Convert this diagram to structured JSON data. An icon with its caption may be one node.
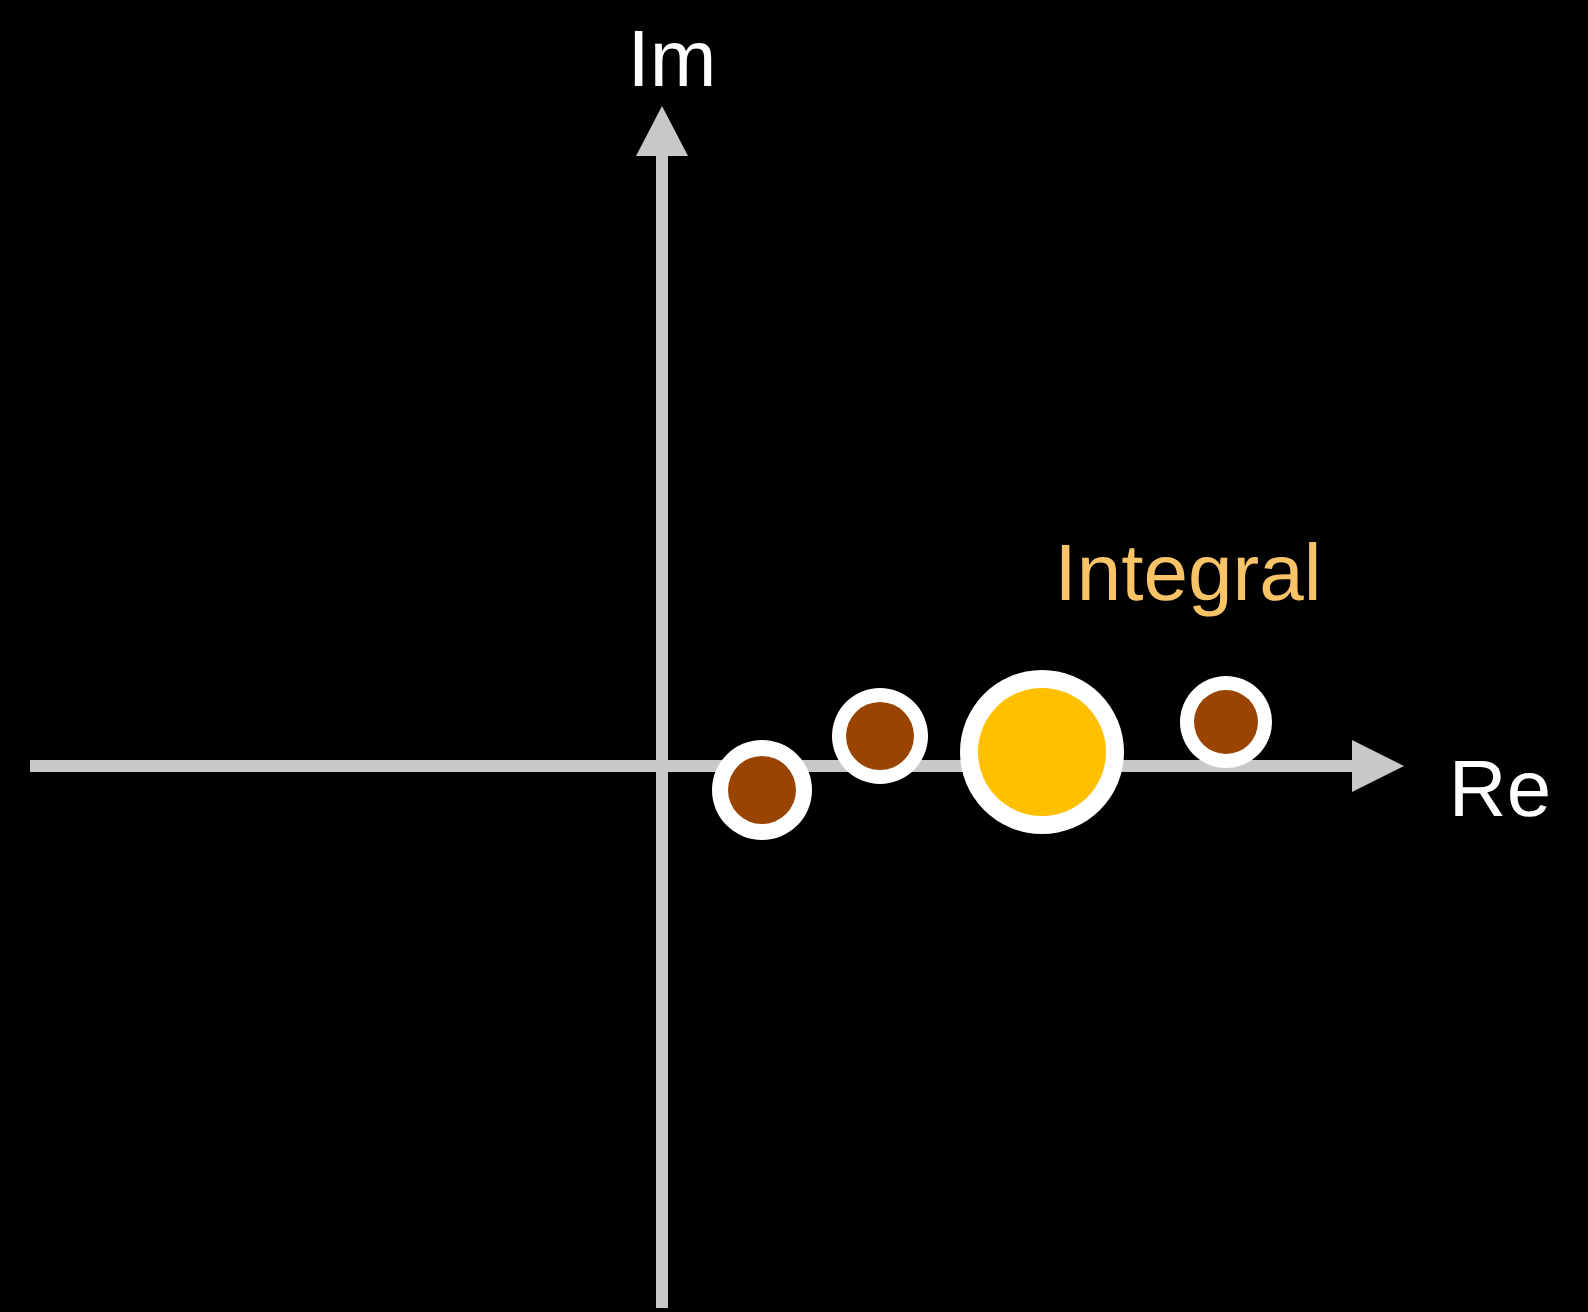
{
  "diagram": {
    "labels": [
      "Im",
      "Integral",
      "Re"
    ]
  }
}
